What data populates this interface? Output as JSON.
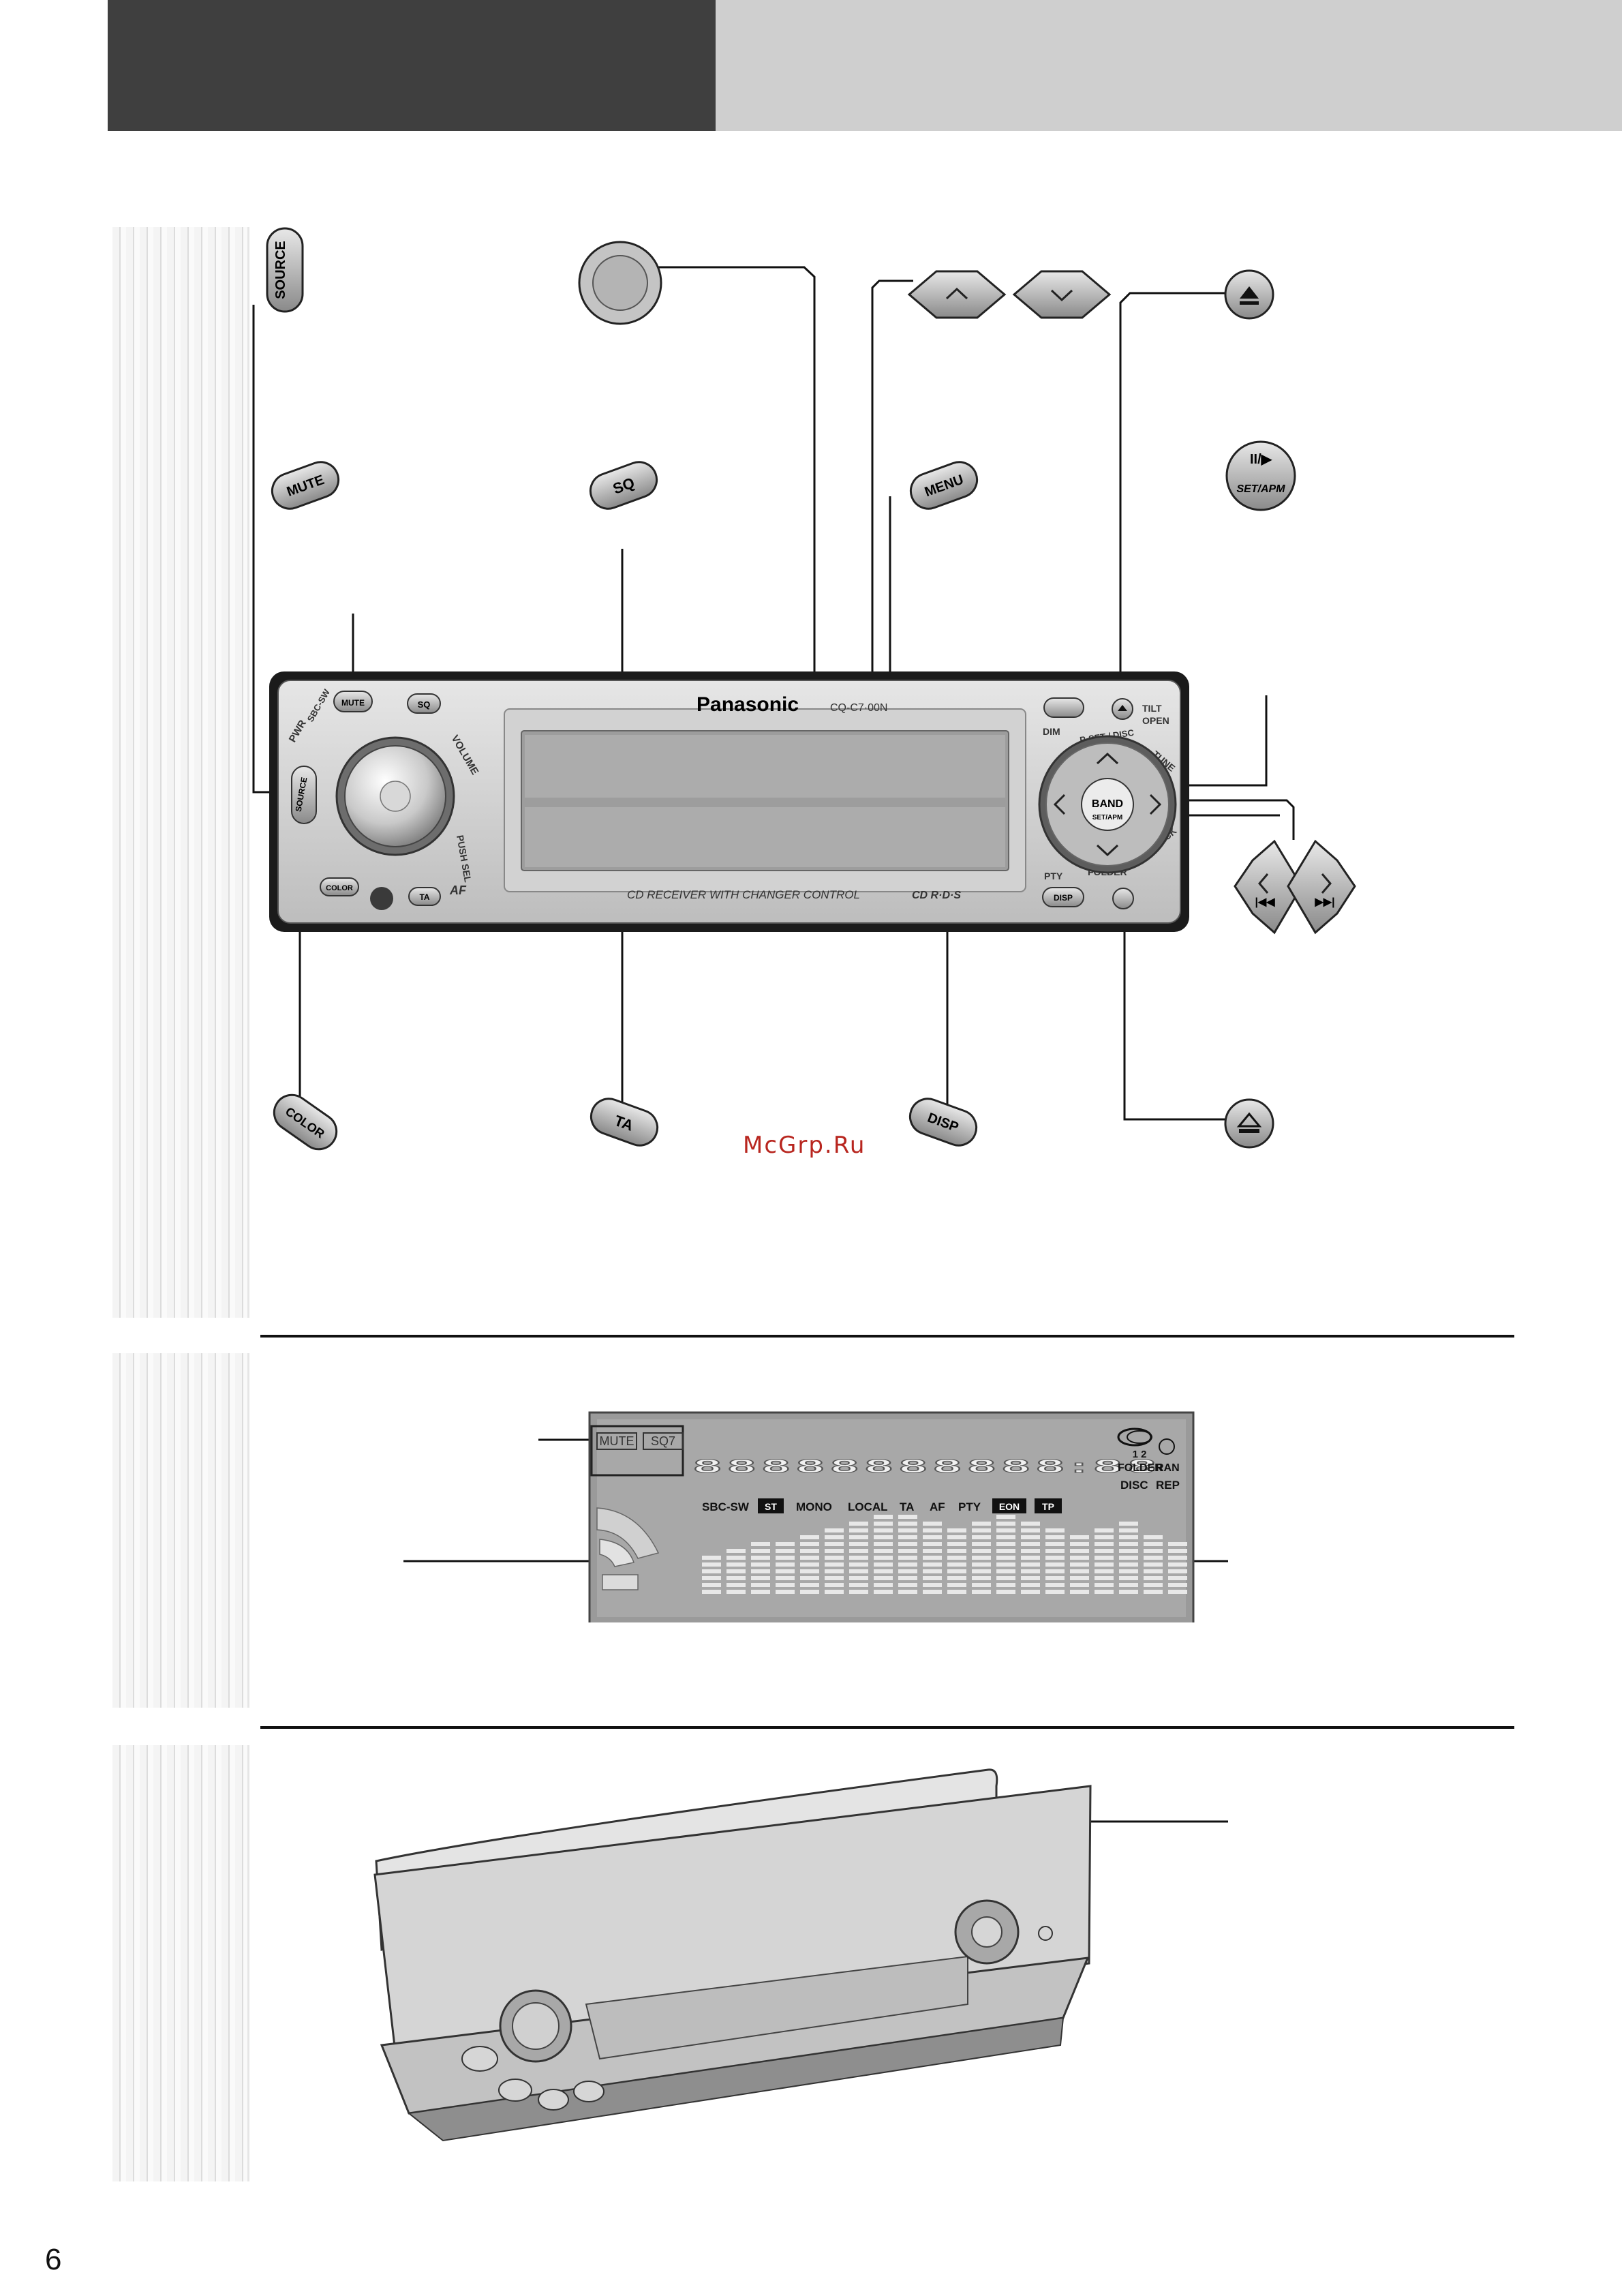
{
  "page": {
    "number": "6",
    "watermark": "McGrp.Ru"
  },
  "buttons": {
    "source": "SOURCE",
    "mute": "MUTE",
    "sq": "SQ",
    "menu": "MENU",
    "color": "COLOR",
    "ta": "TA",
    "disp": "DISP",
    "set_apm": "SET/APM",
    "pause_play": "II/▶"
  },
  "faceplate": {
    "brand": "Panasonic",
    "model": "CQ-C7·00N",
    "bottom_text": "CD  RECEIVER  WITH  CHANGER  CONTROL",
    "pwr": "PWR",
    "sbc_sw": "SBC-SW",
    "volume": "VOLUME",
    "push_sel": "PUSH SEL",
    "af": "AF",
    "rds": "CD R·D·S",
    "tilt": "TILT",
    "open": "OPEN",
    "dim": "DIM",
    "pset_disc": "P·SET / DISC",
    "tune": "TUNE",
    "track": "TRACK",
    "folder": "FOLDER",
    "pty": "PTY",
    "band": "BAND",
    "set_apm": "SET/APM"
  },
  "display": {
    "mute": "MUTE",
    "sq7": "SQ7",
    "sbc_sw": "SBC-SW",
    "st": "ST",
    "mono": "MONO",
    "local": "LOCAL",
    "ta": "TA",
    "af": "AF",
    "pty": "PTY",
    "eon": "EON",
    "tp": "TP",
    "folder": "FOLDER",
    "ran": "RAN",
    "disc": "DISC",
    "rep": "REP",
    "one_two": "1 2",
    "segments": "88888888888:88"
  }
}
